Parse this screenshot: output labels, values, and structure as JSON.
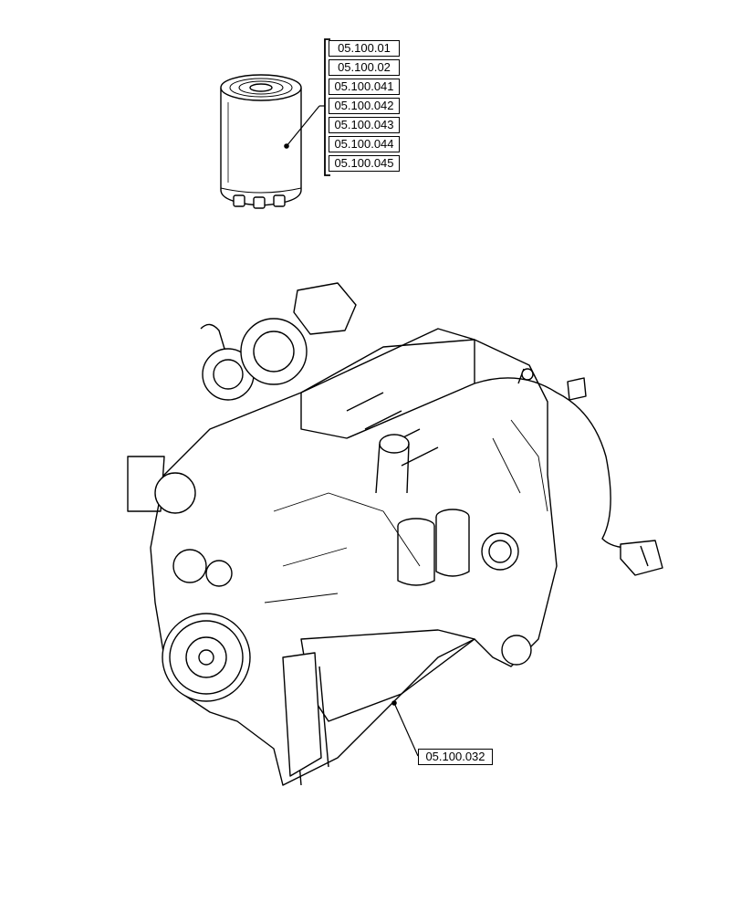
{
  "filter_refs": [
    "05.100.01",
    "05.100.02",
    "05.100.041",
    "05.100.042",
    "05.100.043",
    "05.100.044",
    "05.100.045"
  ],
  "engine_ref": "05.100.032",
  "icons": [
    "oil-filter-icon",
    "engine-assembly-icon"
  ]
}
